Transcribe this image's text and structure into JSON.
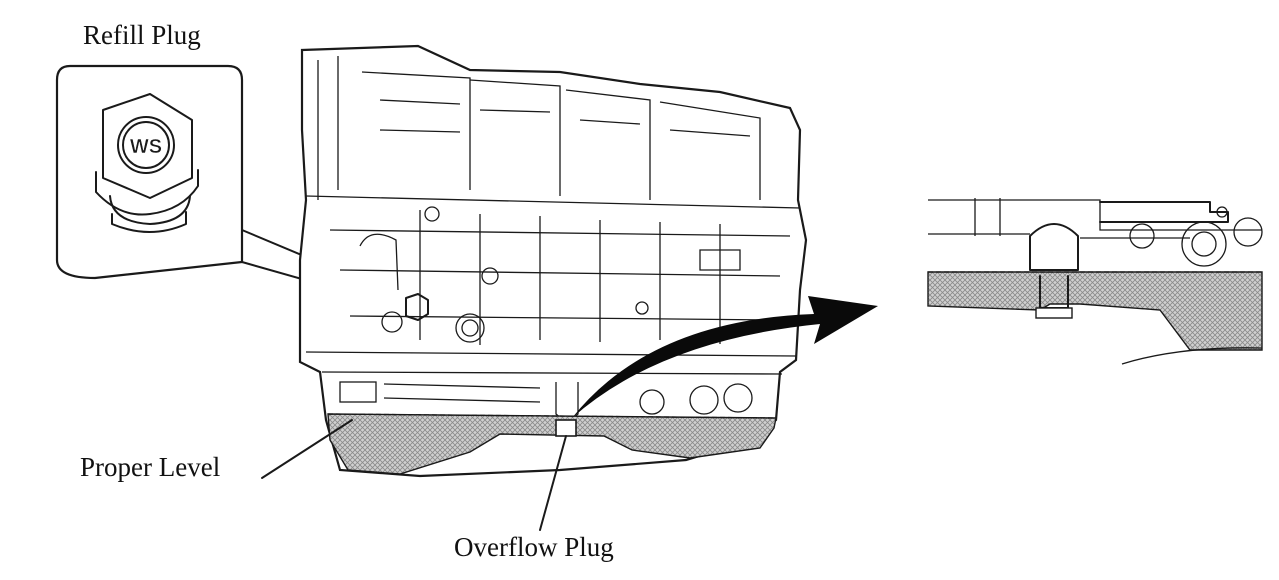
{
  "labels": {
    "refill_plug": "Refill Plug",
    "proper_level": "Proper Level",
    "overflow_plug": "Overflow Plug"
  },
  "plug_marking": "WS",
  "colors": {
    "line": "#1a1a1a",
    "fluid_fill": "#b8b8b8",
    "background": "#ffffff",
    "arrow": "#0a0a0a"
  },
  "icons": {
    "refill_plug_detail": "hex-plug-icon",
    "callout_arrow": "curved-arrow-icon"
  }
}
